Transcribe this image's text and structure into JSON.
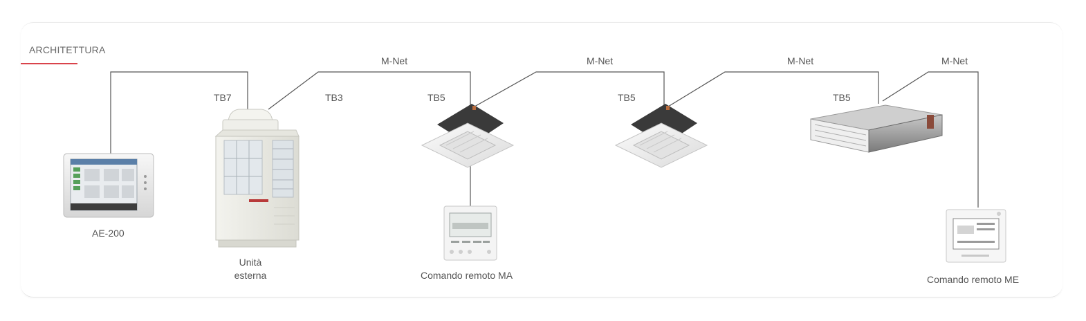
{
  "section": {
    "title": "ARCHITETTURA",
    "accent_color": "#d9434b"
  },
  "bus_labels": {
    "mnet_1": "M-Net",
    "mnet_2": "M-Net",
    "mnet_3": "M-Net",
    "mnet_4": "M-Net"
  },
  "terminals": {
    "tb7": "TB7",
    "tb3": "TB3",
    "tb5_1": "TB5",
    "tb5_2": "TB5",
    "tb5_3": "TB5"
  },
  "devices": {
    "ae200": {
      "label": "AE-200",
      "icon": "touch-panel-controller-icon"
    },
    "outdoor_unit": {
      "label_line1": "Unità",
      "label_line2": "esterna",
      "icon": "vrf-outdoor-unit-icon"
    },
    "cassette_1": {
      "icon": "ceiling-cassette-icon"
    },
    "cassette_2": {
      "icon": "ceiling-cassette-icon"
    },
    "ducted_unit": {
      "icon": "ducted-indoor-unit-icon"
    },
    "remote_ma": {
      "label": "Comando remoto MA",
      "icon": "wall-remote-controller-icon"
    },
    "remote_me": {
      "label": "Comando remoto ME",
      "icon": "wall-remote-controller-icon"
    }
  }
}
